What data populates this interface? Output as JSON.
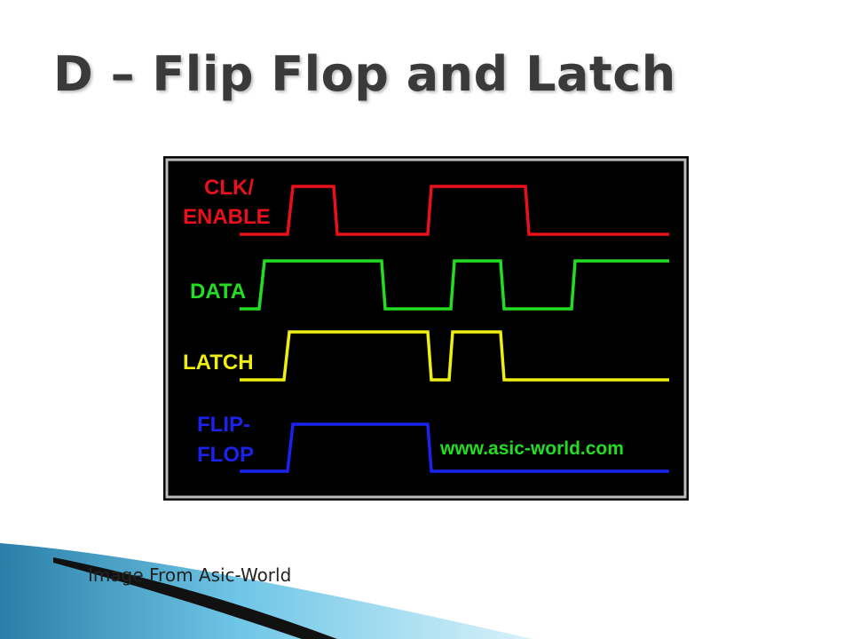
{
  "slide": {
    "title": "D – Flip Flop and Latch",
    "caption": "Image From Asic-World"
  },
  "diagram": {
    "watermark": "www.asic-world.com",
    "background": "#000000",
    "signals": [
      {
        "id": "clk",
        "label_lines": [
          "CLK/",
          "ENABLE"
        ],
        "color": "#e8101a",
        "levels": [
          0,
          1,
          0,
          1,
          0
        ]
      },
      {
        "id": "data",
        "label_lines": [
          "DATA"
        ],
        "color": "#22dd22",
        "levels": [
          0,
          1,
          0,
          1,
          0,
          1
        ]
      },
      {
        "id": "latch",
        "label_lines": [
          "LATCH"
        ],
        "color": "#eeee11",
        "levels": [
          0,
          1,
          0,
          1,
          0
        ]
      },
      {
        "id": "flipflop",
        "label_lines": [
          "FLIP-",
          "FLOP"
        ],
        "color": "#1a22ee",
        "levels": [
          0,
          1,
          0
        ]
      }
    ]
  }
}
